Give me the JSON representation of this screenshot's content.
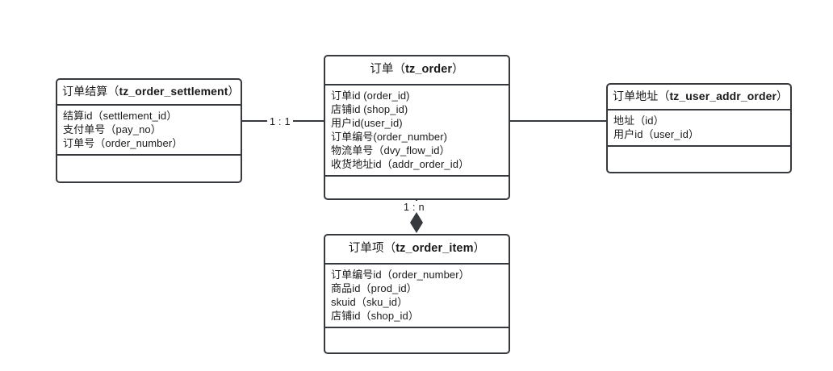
{
  "diagram": {
    "type": "er-diagram",
    "background_color": "#ffffff",
    "line_color": "#36393d",
    "text_color": "#1a1a1a",
    "entities": [
      {
        "id": "tz_order_settlement",
        "title_cn": "订单结算",
        "title_table": "tz_order_settlement",
        "title_full": "订单结算（tz_order_settlement）",
        "attributes": [
          "结算id（settlement_id）",
          "支付单号（pay_no）",
          "订单号（order_number）"
        ],
        "methods": []
      },
      {
        "id": "tz_order",
        "title_cn": "订单",
        "title_table": "tz_order",
        "title_full": "订单（tz_order）",
        "attributes": [
          "订单id (order_id)",
          "店铺id (shop_id)",
          "用户id(user_id)",
          "订单编号(order_number)",
          "物流单号（dvy_flow_id）",
          "收货地址id（addr_order_id）"
        ],
        "methods": []
      },
      {
        "id": "tz_user_addr_order",
        "title_cn": "订单地址",
        "title_table": "tz_user_addr_order",
        "title_full": "订单地址（tz_user_addr_order）",
        "attributes": [
          "地址（id）",
          "用户id（user_id）"
        ],
        "methods": []
      },
      {
        "id": "tz_order_item",
        "title_cn": "订单项",
        "title_table": "tz_order_item",
        "title_full": "订单项（tz_order_item）",
        "attributes": [
          "订单编号id（order_number）",
          "商品id（prod_id）",
          "skuid（sku_id）",
          "店铺id（shop_id）"
        ],
        "methods": []
      }
    ],
    "relationships": [
      {
        "id": "settlement-order",
        "from": "tz_order_settlement",
        "to": "tz_order",
        "label": "1 : 1",
        "marker": "none"
      },
      {
        "id": "order-addr",
        "from": "tz_order",
        "to": "tz_user_addr_order",
        "label": "",
        "marker": "none"
      },
      {
        "id": "order-item",
        "from": "tz_order",
        "to": "tz_order_item",
        "label": "1 : n",
        "marker": "filled-diamond"
      }
    ]
  }
}
